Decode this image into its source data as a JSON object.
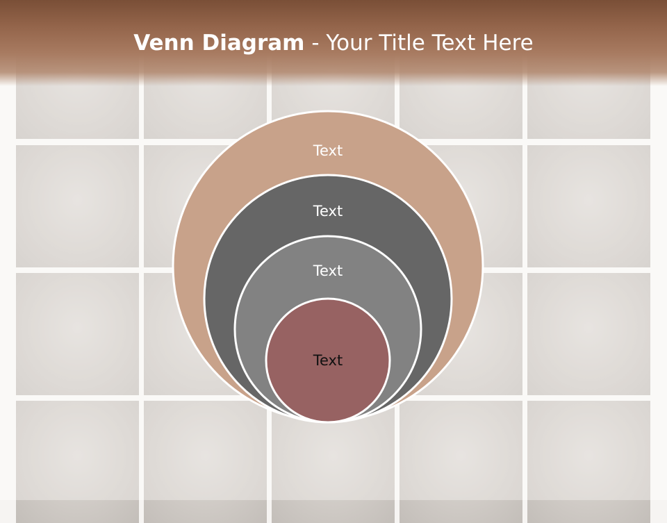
{
  "title": {
    "main": "Venn Diagram",
    "rest": " - Your Title Text Here"
  },
  "diagram": {
    "circles": [
      {
        "label": "Text",
        "color": "#c8a28a",
        "text_color": "#ffffff"
      },
      {
        "label": "Text",
        "color": "#666666",
        "text_color": "#ffffff"
      },
      {
        "label": "Text",
        "color": "#828282",
        "text_color": "#ffffff"
      },
      {
        "label": "Text",
        "color": "#976262",
        "text_color": "#111111"
      }
    ]
  },
  "background": {
    "description_colors": {
      "title_bar": "#8a5d43",
      "photo_tile": "#d2cdc8"
    }
  }
}
